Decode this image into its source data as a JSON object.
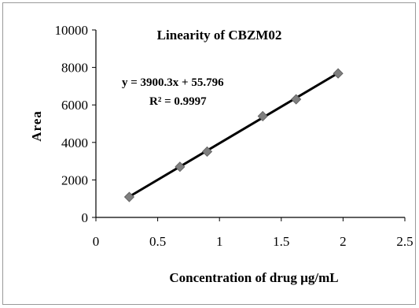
{
  "chart_data": {
    "type": "scatter",
    "title": "Linearity  of CBZM02",
    "xlabel": "Concentration  of drug µg/mL",
    "ylabel": "Area",
    "xlim": [
      0,
      2.5
    ],
    "ylim": [
      0,
      10000
    ],
    "x_ticks": [
      "0",
      "0.5",
      "1",
      "1.5",
      "2",
      "2.5"
    ],
    "y_ticks": [
      "0",
      "2000",
      "4000",
      "6000",
      "8000",
      "10000"
    ],
    "x_tick_values": [
      0,
      0.5,
      1,
      1.5,
      2,
      2.5
    ],
    "y_tick_values": [
      0,
      2000,
      4000,
      6000,
      8000,
      10000
    ],
    "grid": false,
    "legend": "none",
    "trendline": {
      "slope": 3900.3,
      "intercept": 55.796,
      "equation": "y = 3900.3x + 55.796",
      "r2": "R² = 0.9997"
    },
    "series": [
      {
        "x": [
          0.27,
          0.68,
          0.9,
          1.35,
          1.62,
          1.96
        ],
        "y": [
          1090,
          2700,
          3510,
          5400,
          6300,
          7680
        ],
        "marker": "diamond",
        "color": "#7f7f7f"
      }
    ],
    "line_color": "#000000"
  }
}
